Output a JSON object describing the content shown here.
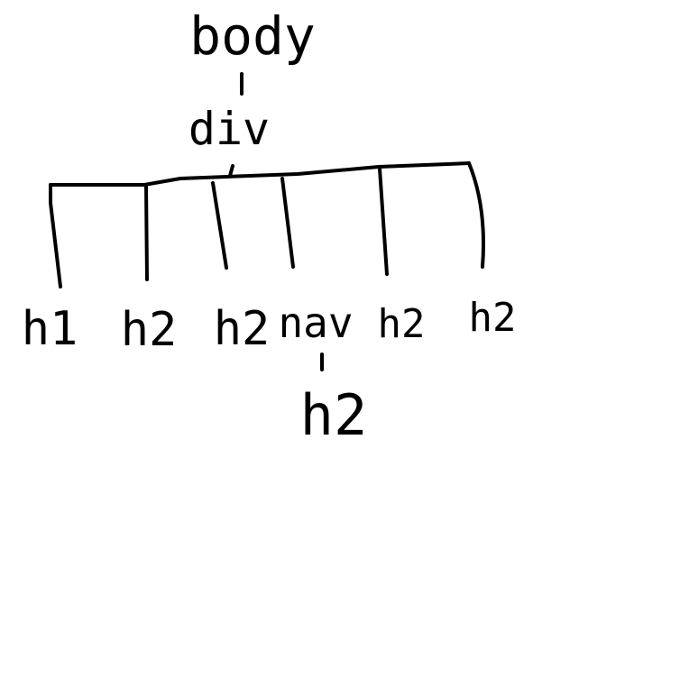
{
  "diagram": {
    "stroke_color": "#000000",
    "background": "#ffffff",
    "root": {
      "label": "body"
    },
    "container": {
      "label": "div"
    },
    "children": [
      {
        "label": "h1"
      },
      {
        "label": "h2"
      },
      {
        "label": "h2"
      },
      {
        "label": "nav",
        "child": {
          "label": "h2"
        }
      },
      {
        "label": "h2"
      },
      {
        "label": "h2"
      }
    ]
  }
}
